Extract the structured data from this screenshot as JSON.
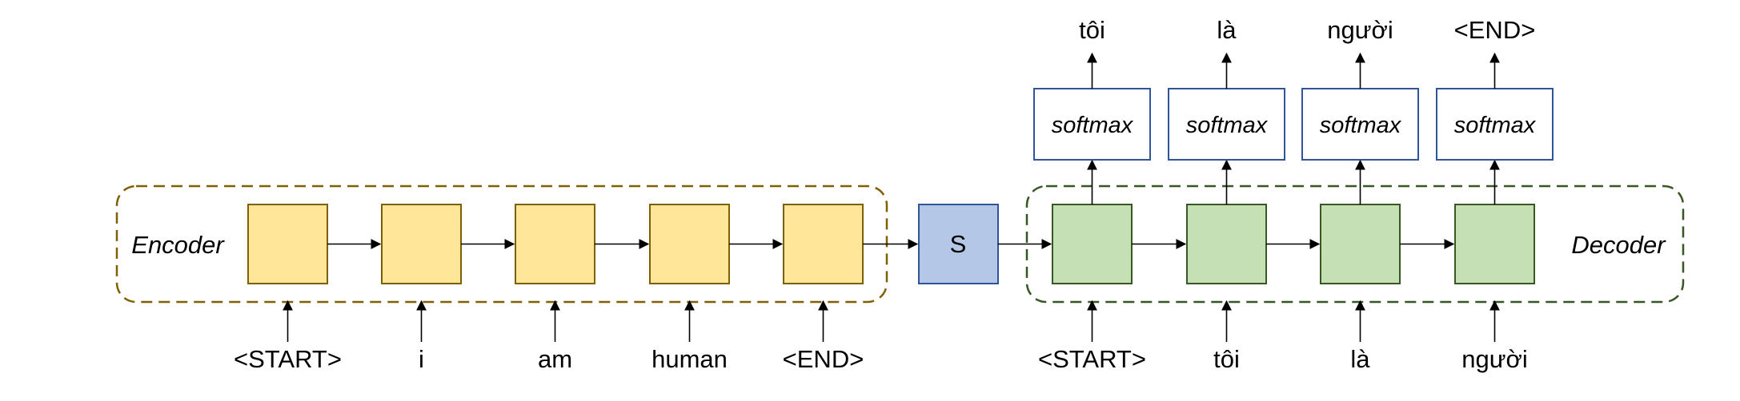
{
  "encoder": {
    "label": "Encoder",
    "cell_color": "#FFE699",
    "cell_stroke": "#7F6000",
    "border_color": "#7F6000",
    "inputs": [
      "<START>",
      "i",
      "am",
      "human",
      "<END>"
    ]
  },
  "state": {
    "label": "S",
    "color": "#B4C7E7",
    "stroke": "#2F5597"
  },
  "decoder": {
    "label": "Decoder",
    "cell_color": "#C5E0B4",
    "cell_stroke": "#385723",
    "border_color": "#375623",
    "inputs": [
      "<START>",
      "tôi",
      "là",
      "người"
    ],
    "softmax_label": "softmax",
    "softmax_stroke": "#2F5597",
    "outputs": [
      "tôi",
      "là",
      "người",
      "<END>"
    ]
  }
}
